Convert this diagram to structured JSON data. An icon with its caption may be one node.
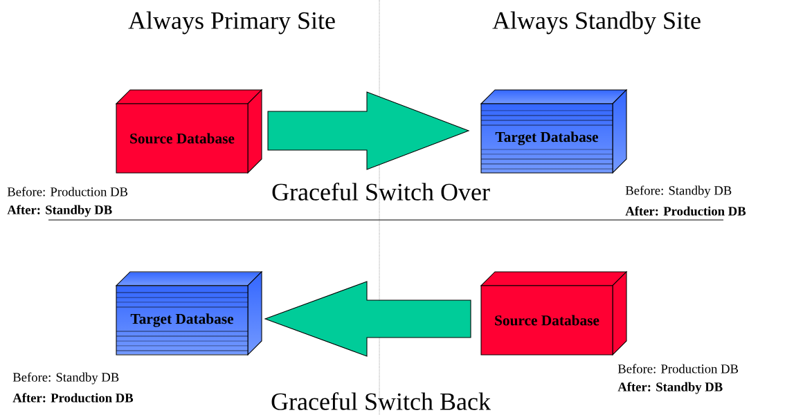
{
  "diagram": {
    "nodes": [
      {
        "text": [
          "Source Database"
        ],
        "beside": [
          "Before: Production DB",
          "After: Standby DB"
        ]
      },
      {
        "text": [
          "Target Database"
        ],
        "beside": [
          "Before: Standby DB",
          "After: Production DB"
        ]
      },
      {
        "text": [
          "Target Database"
        ],
        "beside": [
          "Before: Standby DB",
          "After: Production DB"
        ]
      },
      {
        "text": [
          "Source Database"
        ],
        "beside": [
          "Before: Production DB",
          "After: Standby DB"
        ]
      }
    ],
    "edges": [
      {
        "from": 0,
        "to": 1,
        "arrow": "to"
      },
      {
        "from": 3,
        "to": 2,
        "arrow": "to"
      }
    ],
    "labels": [
      "Always Primary Site",
      "Always Standby Site",
      "Graceful Switch Over",
      "Graceful Switch Back"
    ]
  }
}
